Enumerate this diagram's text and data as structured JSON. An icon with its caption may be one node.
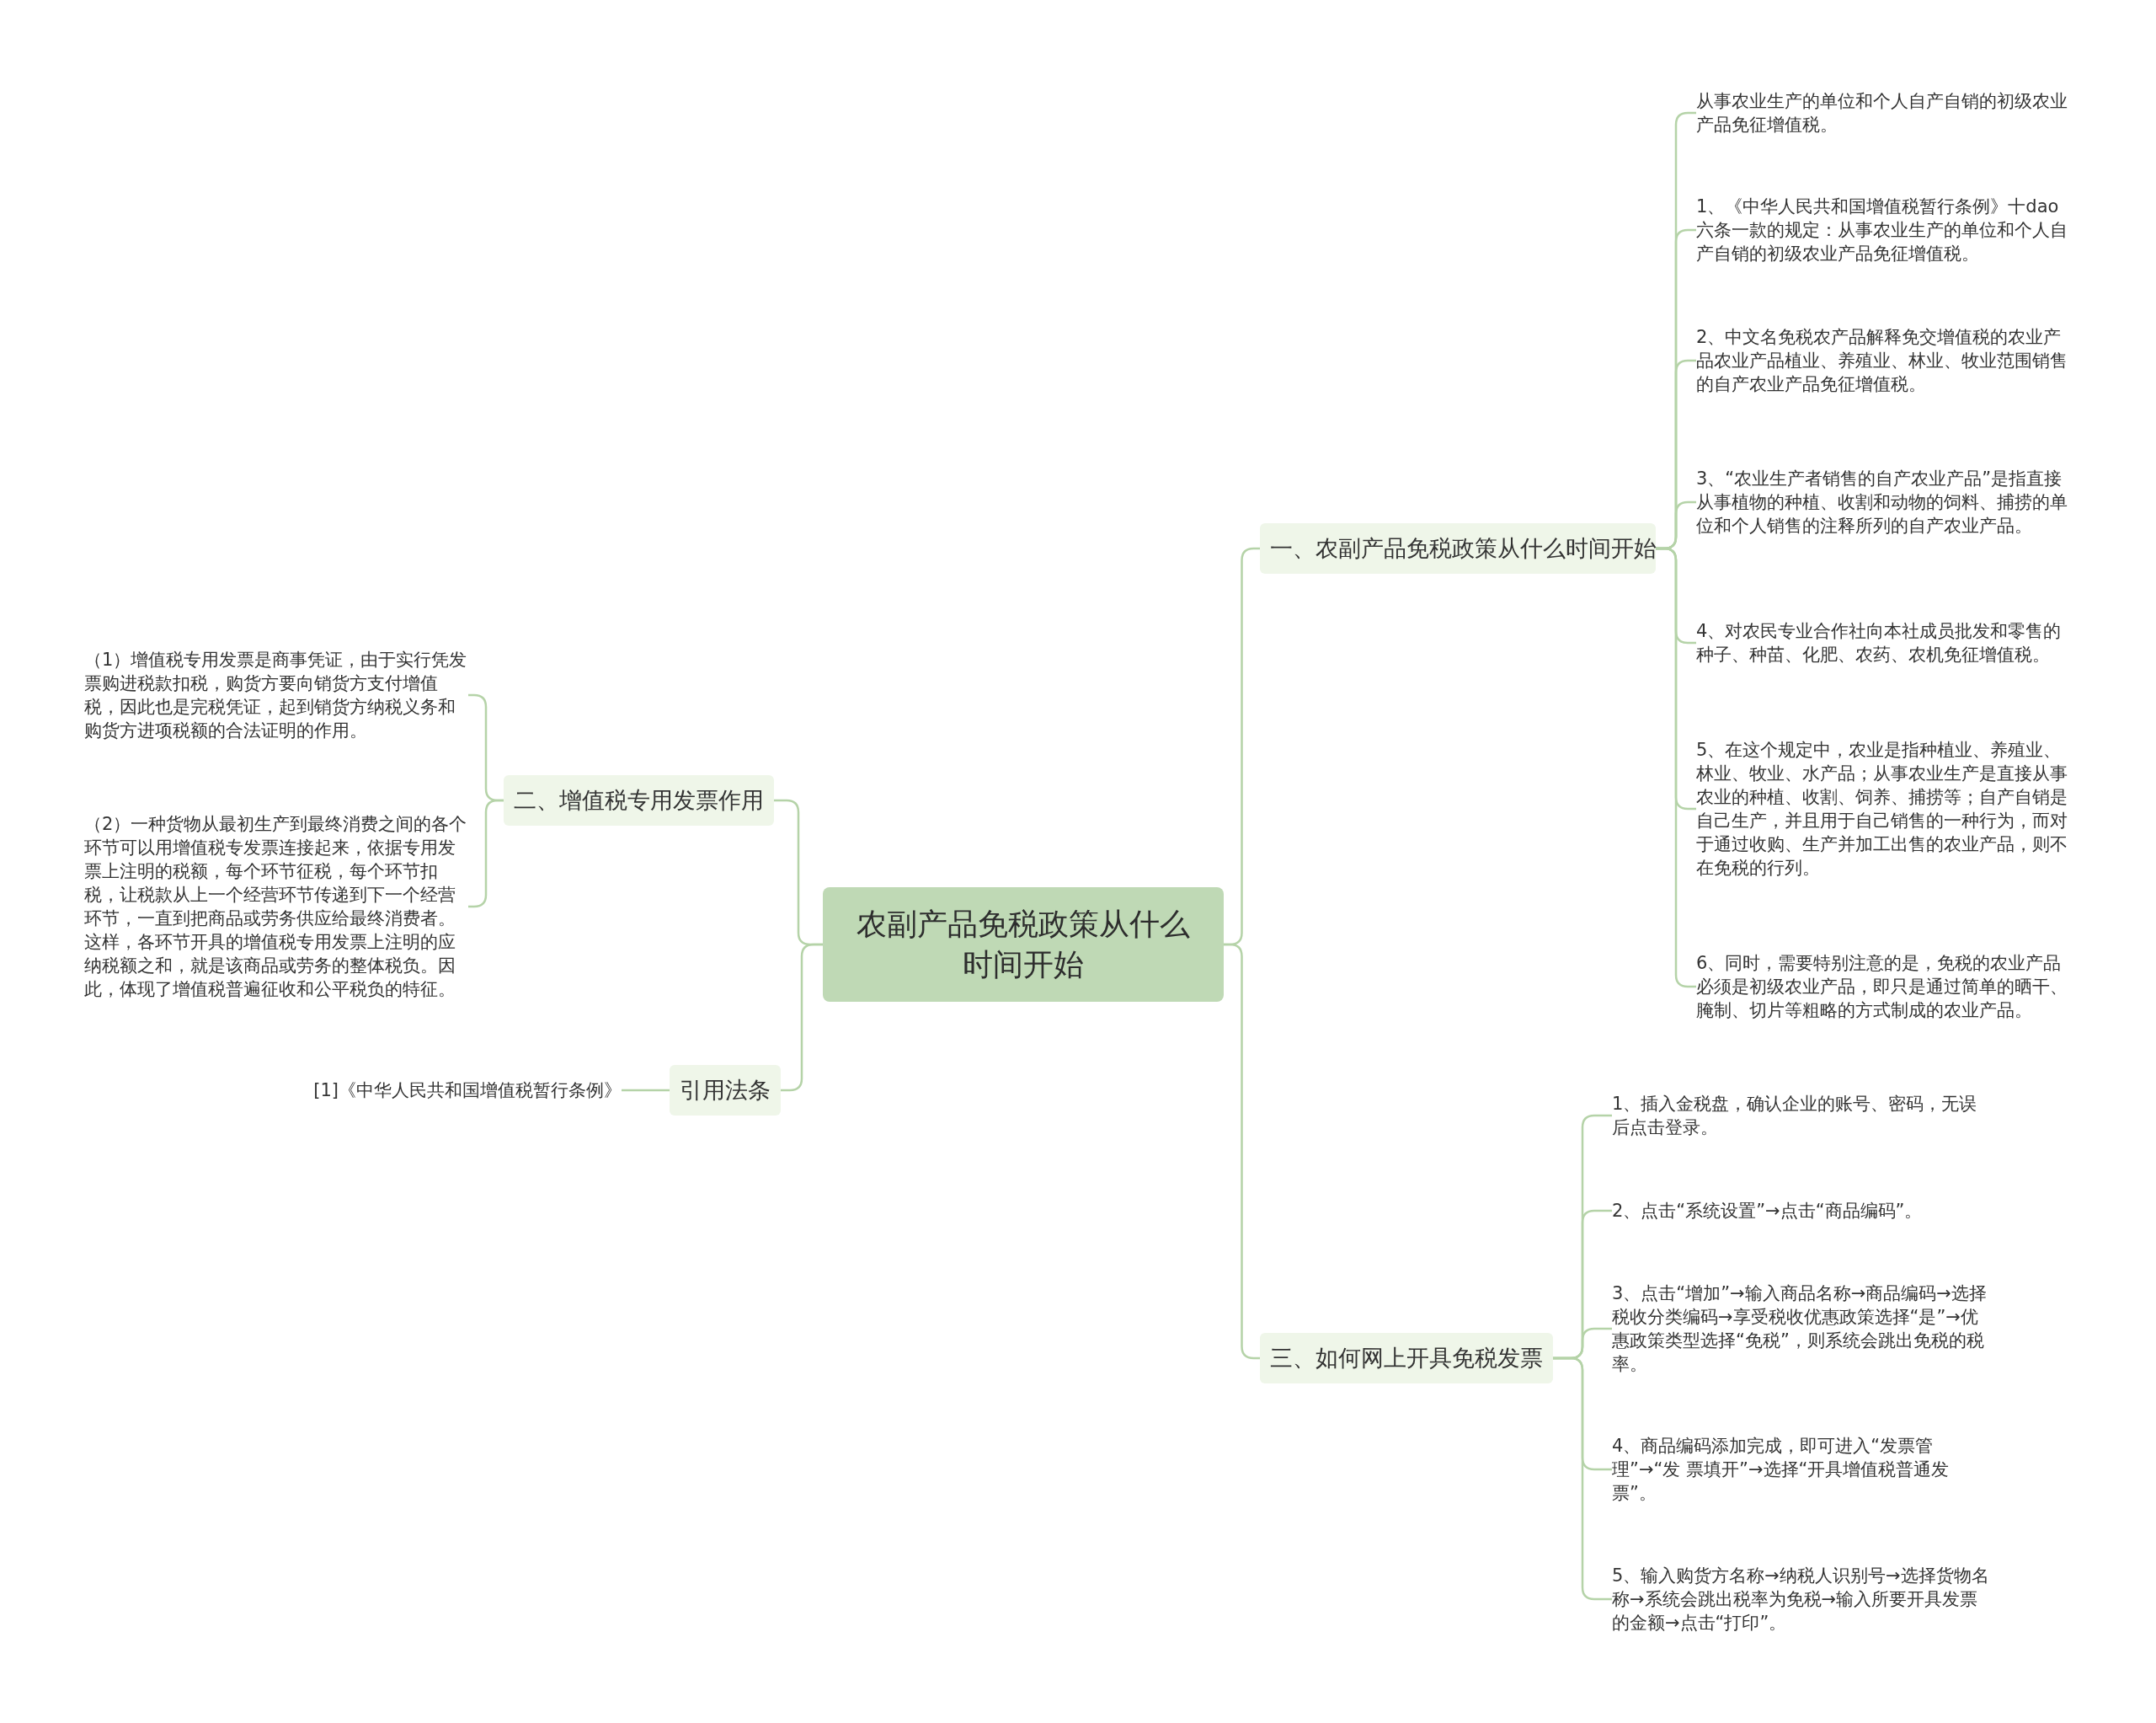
{
  "diagram": {
    "nodes": [
      {
        "text": [
          "农副产品免税政策从什么时间开始"
        ]
      },
      {
        "text": [
          "一、农副产品免税政策从什么时间开始"
        ]
      },
      {
        "text": [
          "从事农业生产的单位和个人自产自销的初级农业产品免征增值税。"
        ]
      },
      {
        "text": [
          "1、《中华人民共和国增值税暂行条例》十dao六条一款的规定：从事农业生产的单位和个人自产自销的初级农业产品免征增值税。"
        ]
      },
      {
        "text": [
          "2、中文名免税农产品解释免交增值税的农业产品农业产品植业、养殖业、林业、牧业范围销售的自产农业产品免征增值税。"
        ]
      },
      {
        "text": [
          "3、“农业生产者销售的自产农业产品”是指直接从事植物的种植、收割和动物的饲料、捕捞的单位和个人销售的注释所列的自产农业产品。"
        ]
      },
      {
        "text": [
          "4、对农民专业合作社向本社成员批发和零售的种子、种苗、化肥、农药、农机免征增值税。"
        ]
      },
      {
        "text": [
          "5、在这个规定中，农业是指种植业、养殖业、林业、牧业、水产品；从事农业生产是直接从事农业的种植、收割、饲养、捕捞等；自产自销是自己生产，并且用于自己销售的一种行为，而对于通过收购、生产并加工出售的农业产品，则不在免税的行列。"
        ]
      },
      {
        "text": [
          "6、同时，需要特别注意的是，免税的农业产品必须是初级农业产品，即只是通过简单的晒干、腌制、切片等粗略的方式制成的农业产品。"
        ]
      },
      {
        "text": [
          "三、如何网上开具免税发票"
        ]
      },
      {
        "text": [
          "1、插入金税盘，确认企业的账号、密码，无误后点击登录。"
        ]
      },
      {
        "text": [
          "2、点击“系统设置”→点击“商品编码”。"
        ]
      },
      {
        "text": [
          "3、点击“增加”→输入商品名称→商品编码→选择税收分类编码→享受税收优惠政策选择“是”→优惠政策类型选择“免税”，则系统会跳出免税的税率。"
        ]
      },
      {
        "text": [
          "4、商品编码添加完成，即可进入“发票管理”→“发 票填开”→选择“开具增值税普通发票”。"
        ]
      },
      {
        "text": [
          "5、输入购货方名称→纳税人识别号→选择货物名称→系统会跳出税率为免税→输入所要开具发票的金额→点击“打印”。"
        ]
      },
      {
        "text": [
          "二、增值税专用发票作用"
        ]
      },
      {
        "text": [
          "（1）增值税专用发票是商事凭证，由于实行凭发票购进税款扣税，购货方要向销货方支付增值税，因此也是完税凭证，起到销货方纳税义务和购货方进项税额的合法证明的作用。"
        ]
      },
      {
        "text": [
          "（2）一种货物从最初生产到最终消费之间的各个环节可以用增值税专发票连接起来，依据专用发票上注明的税额，每个环节征税，每个环节扣税，让税款从上一个经营环节传递到下一个经营环节，一直到把商品或劳务供应给最终消费者。这样，各环节开具的增值税专用发票上注明的应纳税额之和，就是该商品或劳务的整体税负。因此，体现了增值税普遍征收和公平税负的特征。"
        ]
      },
      {
        "text": [
          "引用法条"
        ]
      },
      {
        "text": [
          "[1]《中华人民共和国增值税暂行条例》"
        ]
      }
    ],
    "edges": [
      {
        "from": 0,
        "to": 1,
        "arrow": "none"
      },
      {
        "from": 0,
        "to": 9,
        "arrow": "none"
      },
      {
        "from": 0,
        "to": 15,
        "arrow": "none"
      },
      {
        "from": 0,
        "to": 18,
        "arrow": "none"
      },
      {
        "from": 1,
        "to": 2,
        "arrow": "none"
      },
      {
        "from": 1,
        "to": 3,
        "arrow": "none"
      },
      {
        "from": 1,
        "to": 4,
        "arrow": "none"
      },
      {
        "from": 1,
        "to": 5,
        "arrow": "none"
      },
      {
        "from": 1,
        "to": 6,
        "arrow": "none"
      },
      {
        "from": 1,
        "to": 7,
        "arrow": "none"
      },
      {
        "from": 1,
        "to": 8,
        "arrow": "none"
      },
      {
        "from": 9,
        "to": 10,
        "arrow": "none"
      },
      {
        "from": 9,
        "to": 11,
        "arrow": "none"
      },
      {
        "from": 9,
        "to": 12,
        "arrow": "none"
      },
      {
        "from": 9,
        "to": 13,
        "arrow": "none"
      },
      {
        "from": 9,
        "to": 14,
        "arrow": "none"
      },
      {
        "from": 15,
        "to": 16,
        "arrow": "none"
      },
      {
        "from": 15,
        "to": 17,
        "arrow": "none"
      },
      {
        "from": 18,
        "to": 19,
        "arrow": "none"
      }
    ]
  }
}
